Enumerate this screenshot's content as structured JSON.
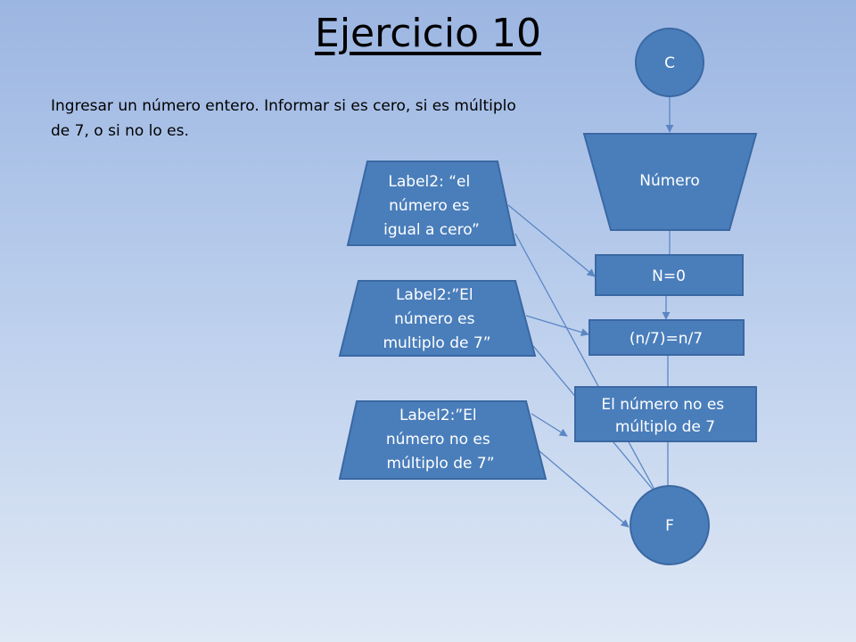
{
  "page": {
    "title": "Ejercicio 10",
    "description": "Ingresar un número entero. Informar si es cero, si es múltiplo de 7, o si no lo es."
  },
  "colors": {
    "node_fill": "#4a7ebb",
    "node_stroke": "#3a68a3",
    "connector": "#5b86c4",
    "text": "#ffffff"
  },
  "diagram": {
    "nodes": [
      {
        "id": "start",
        "shape": "circle",
        "lines": [
          "C"
        ]
      },
      {
        "id": "input",
        "shape": "trapezoid-inverted",
        "lines": [
          "Número"
        ]
      },
      {
        "id": "cond-zero",
        "shape": "rectangle",
        "lines": [
          "N=0"
        ]
      },
      {
        "id": "cond-mult7",
        "shape": "rectangle",
        "lines": [
          "(n/7)=n/7"
        ]
      },
      {
        "id": "not-multiple",
        "shape": "rectangle",
        "lines": [
          "El número no es",
          "múltiplo de 7"
        ]
      },
      {
        "id": "end",
        "shape": "circle",
        "lines": [
          "F"
        ]
      },
      {
        "id": "out-zero",
        "shape": "trapezoid",
        "lines": [
          "Label2: “el",
          "número es",
          "igual a cero”"
        ]
      },
      {
        "id": "out-mult7",
        "shape": "trapezoid",
        "lines": [
          "Label2:”El",
          "número es",
          "multiplo de 7”"
        ]
      },
      {
        "id": "out-notmult7",
        "shape": "trapezoid",
        "lines": [
          "Label2:”El",
          "número no es",
          "múltiplo de 7”"
        ]
      }
    ]
  }
}
